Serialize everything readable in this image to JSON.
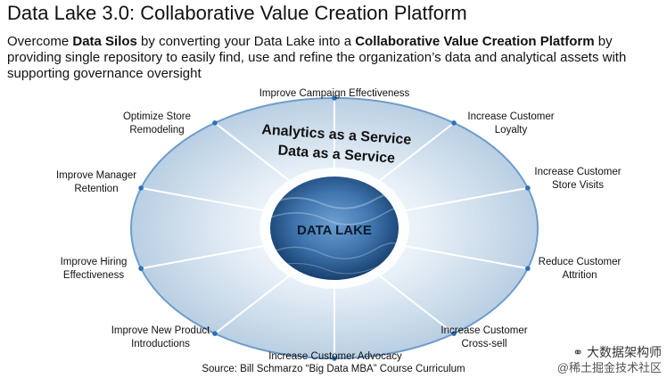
{
  "header": {
    "title": "Data Lake 3.0:  Collaborative Value Creation Platform",
    "subtitle_parts": [
      {
        "text": "Overcome ",
        "bold": false
      },
      {
        "text": "Data Silos",
        "bold": true
      },
      {
        "text": " by converting your Data Lake into a ",
        "bold": false
      },
      {
        "text": "Collaborative Value Creation Platform",
        "bold": true
      },
      {
        "text": " by providing single repository to easily find, use and refine the organization’s data and analytical assets with supporting governance oversight",
        "bold": false
      }
    ]
  },
  "diagram": {
    "center_label": "DATA LAKE",
    "ring_line1": "Analytics as a Service",
    "ring_line2": "Data as a Service",
    "use_cases": [
      "Improve Campaign Effectiveness",
      "Increase Customer\nLoyalty",
      "Increase Customer\nStore Visits",
      "Reduce Customer\nAttrition",
      "Increase Customer\nCross-sell",
      "Increase Customer Advocacy",
      "Improve New Product\nIntroductions",
      "Improve Hiring\nEffectiveness",
      "Improve Manager\nRetention",
      "Optimize Store\nRemodeling"
    ],
    "colors": {
      "ring": "#c7d7e6",
      "ring_edge": "#6f9ccb",
      "inner_glow": "#e8f0f7",
      "core_dark": "#1d4f86",
      "core_light": "#5f91c4",
      "dot": "#2a72b8"
    }
  },
  "footer": {
    "source": "Source: Bill Schmarzo “Big Data MBA” Course Curriculum"
  },
  "watermark": {
    "line1": "大数据架构师",
    "line2": "@稀土掘金技术社区",
    "icon": "wechat-icon"
  }
}
